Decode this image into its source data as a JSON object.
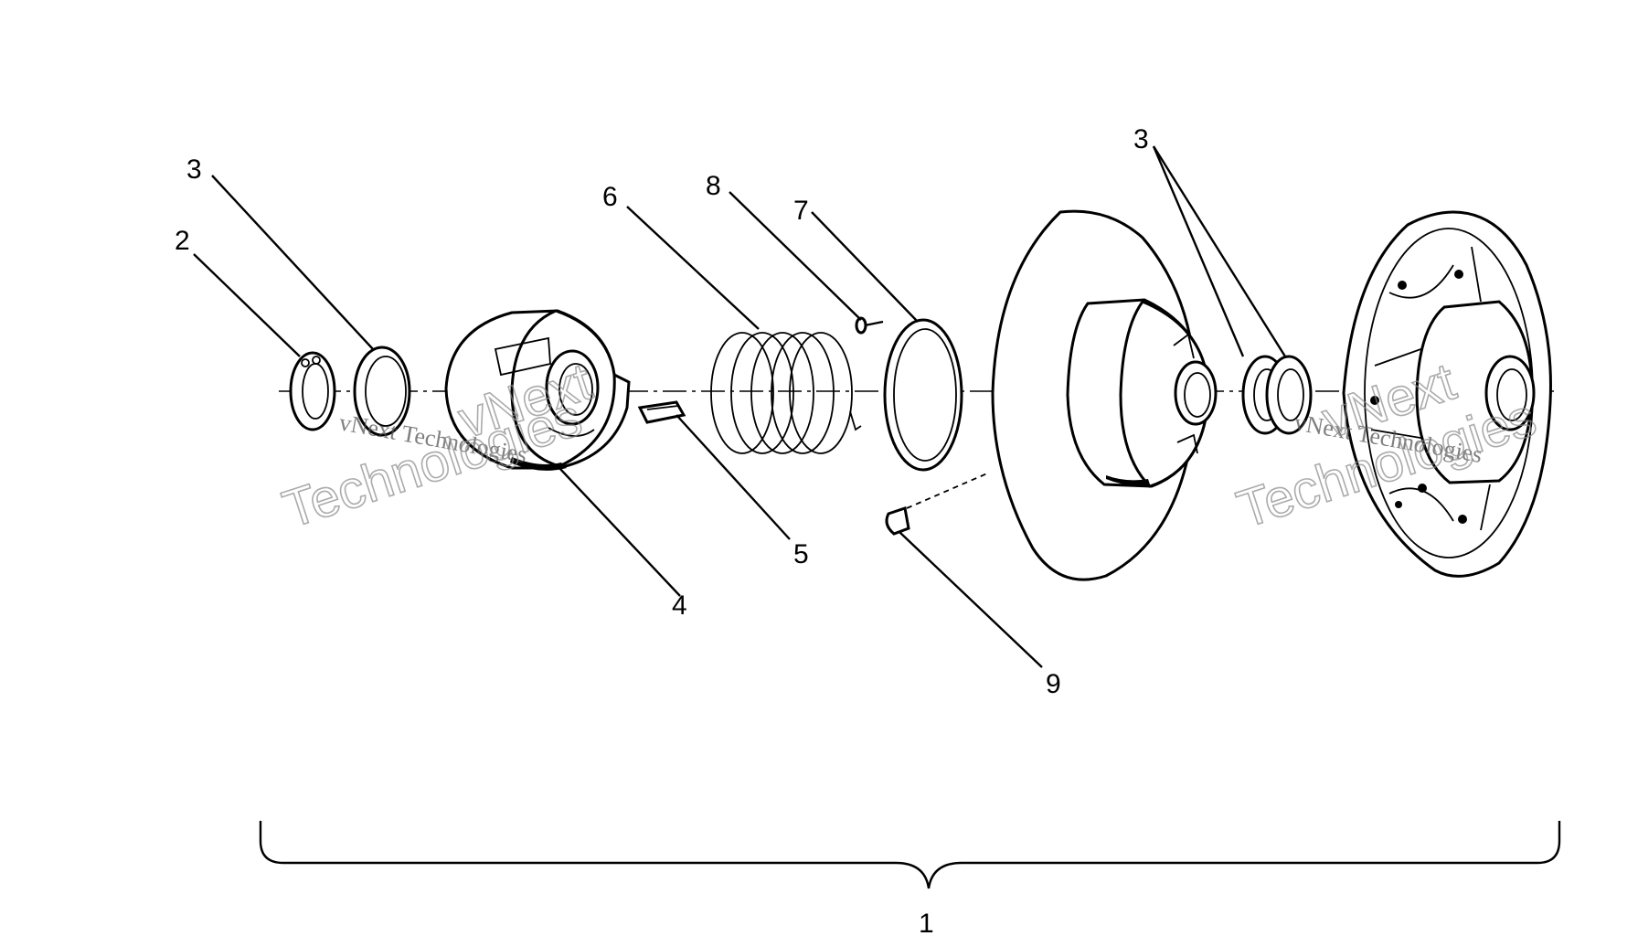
{
  "callouts": {
    "assembly": "1",
    "snap_ring": "2",
    "washer_left": "3",
    "washers_right": "3",
    "spider": "4",
    "key": "5",
    "spring": "6",
    "cover_ring": "7",
    "screw": "8",
    "pin": "9"
  },
  "watermarks": {
    "small_left": "vNext Technologies",
    "small_right": "vNext Technologies",
    "big_top_left": "vNext",
    "big_bottom_left": "Technologies",
    "big_top_right": "vNext",
    "big_bottom_right": "Technologies"
  }
}
